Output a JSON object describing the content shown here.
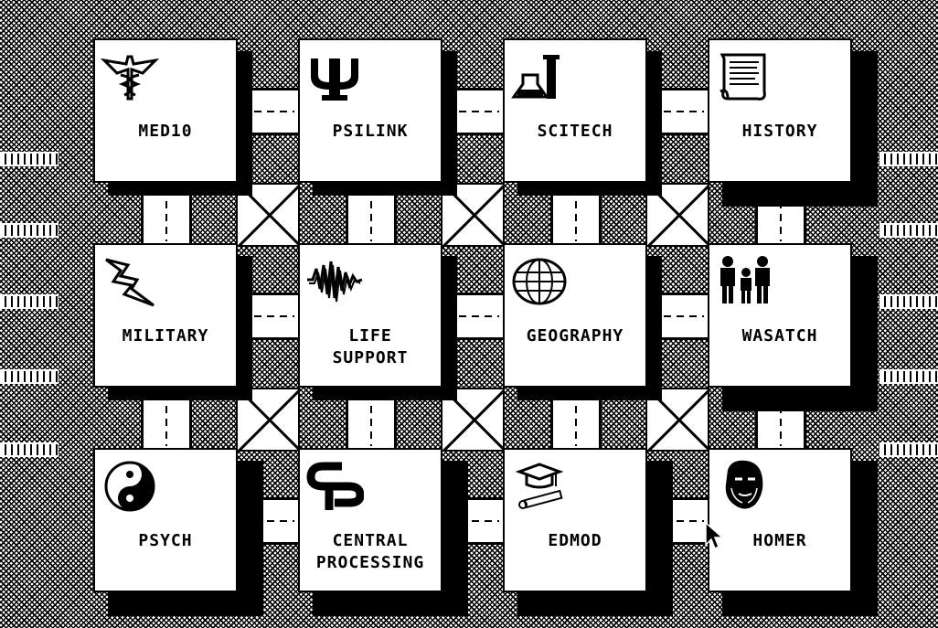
{
  "modules": [
    {
      "label": "MED10",
      "icon": "caduceus-icon"
    },
    {
      "label": "PSILINK",
      "icon": "psi-symbol-icon"
    },
    {
      "label": "SCITECH",
      "icon": "lab-flask-icon"
    },
    {
      "label": "HISTORY",
      "icon": "scroll-icon"
    },
    {
      "label": "MILITARY",
      "icon": "lightning-bolt-icon"
    },
    {
      "label": "LIFE\nSUPPORT",
      "icon": "heartbeat-wave-icon"
    },
    {
      "label": "GEOGRAPHY",
      "icon": "globe-icon"
    },
    {
      "label": "WASATCH",
      "icon": "family-people-icon"
    },
    {
      "label": "PSYCH",
      "icon": "yin-yang-icon"
    },
    {
      "label": "CENTRAL\nPROCESSING",
      "icon": "cp-logo-icon"
    },
    {
      "label": "EDMOD",
      "icon": "graduation-cap-diploma-icon"
    },
    {
      "label": "HOMER",
      "icon": "homer-face-icon"
    }
  ],
  "colors": {
    "foreground": "#000000",
    "background": "#ffffff"
  },
  "cursor": {
    "icon": "arrow-pointer-icon"
  }
}
